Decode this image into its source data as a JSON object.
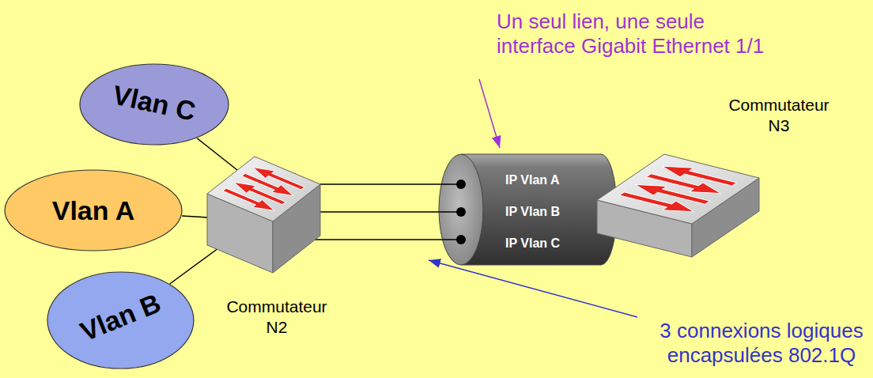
{
  "diagram": {
    "nodes": [
      {
        "text": [
          "Vlan C"
        ]
      },
      {
        "text": [
          "Vlan A"
        ]
      },
      {
        "text": [
          "Vlan B"
        ]
      },
      {
        "text": [
          "Commutateur N2"
        ]
      },
      {
        "text": [
          "IP Vlan A",
          "IP Vlan B",
          "IP Vlan C"
        ]
      },
      {
        "text": [
          "Commutateur N3"
        ]
      }
    ],
    "edges": [
      {
        "from": 0,
        "to": 3,
        "arrow": "none"
      },
      {
        "from": 1,
        "to": 3,
        "arrow": "none"
      },
      {
        "from": 2,
        "to": 3,
        "arrow": "none"
      },
      {
        "from": 3,
        "to": 4,
        "arrow": "none"
      },
      {
        "from": 3,
        "to": 4,
        "arrow": "none"
      },
      {
        "from": 3,
        "to": 4,
        "arrow": "none"
      }
    ],
    "labels": [
      "Un seul lien, une seule interface Gigabit Ethernet 1/1",
      "3 connexions logiques encapsulées 802.1Q"
    ]
  }
}
